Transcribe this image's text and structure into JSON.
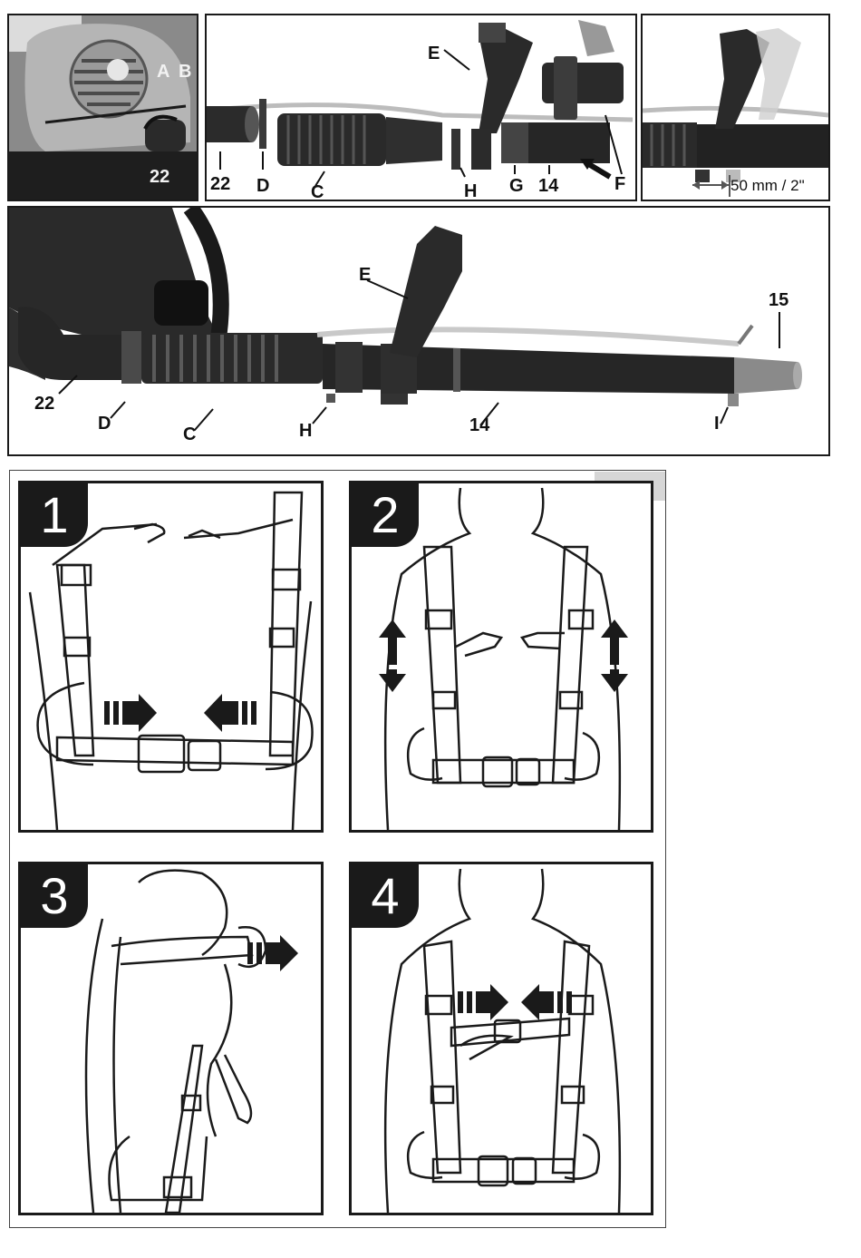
{
  "figure_top": {
    "panel_engine": {
      "labels": {
        "a": "A",
        "b": "B",
        "part_22": "22"
      }
    },
    "panel_parts": {
      "labels": {
        "part_22": "22",
        "d": "D",
        "c": "C",
        "e": "E",
        "h": "H",
        "g": "G",
        "part_14": "14",
        "f": "F"
      }
    },
    "panel_adjust": {
      "measure": "50 mm / 2\""
    },
    "panel_assembled": {
      "labels": {
        "e": "E",
        "part_15": "15",
        "part_22": "22",
        "d": "D",
        "c": "C",
        "h": "H",
        "part_14": "14",
        "i": "I"
      }
    }
  },
  "harness_steps": [
    {
      "number": "1"
    },
    {
      "number": "2"
    },
    {
      "number": "3"
    },
    {
      "number": "4"
    }
  ],
  "colors": {
    "ink": "#1a1a1a",
    "photo_dark": "#2a2a2a",
    "photo_mid": "#7a7a7a",
    "photo_light": "#c8c8c8",
    "tab_grey": "#d6d6d6"
  }
}
